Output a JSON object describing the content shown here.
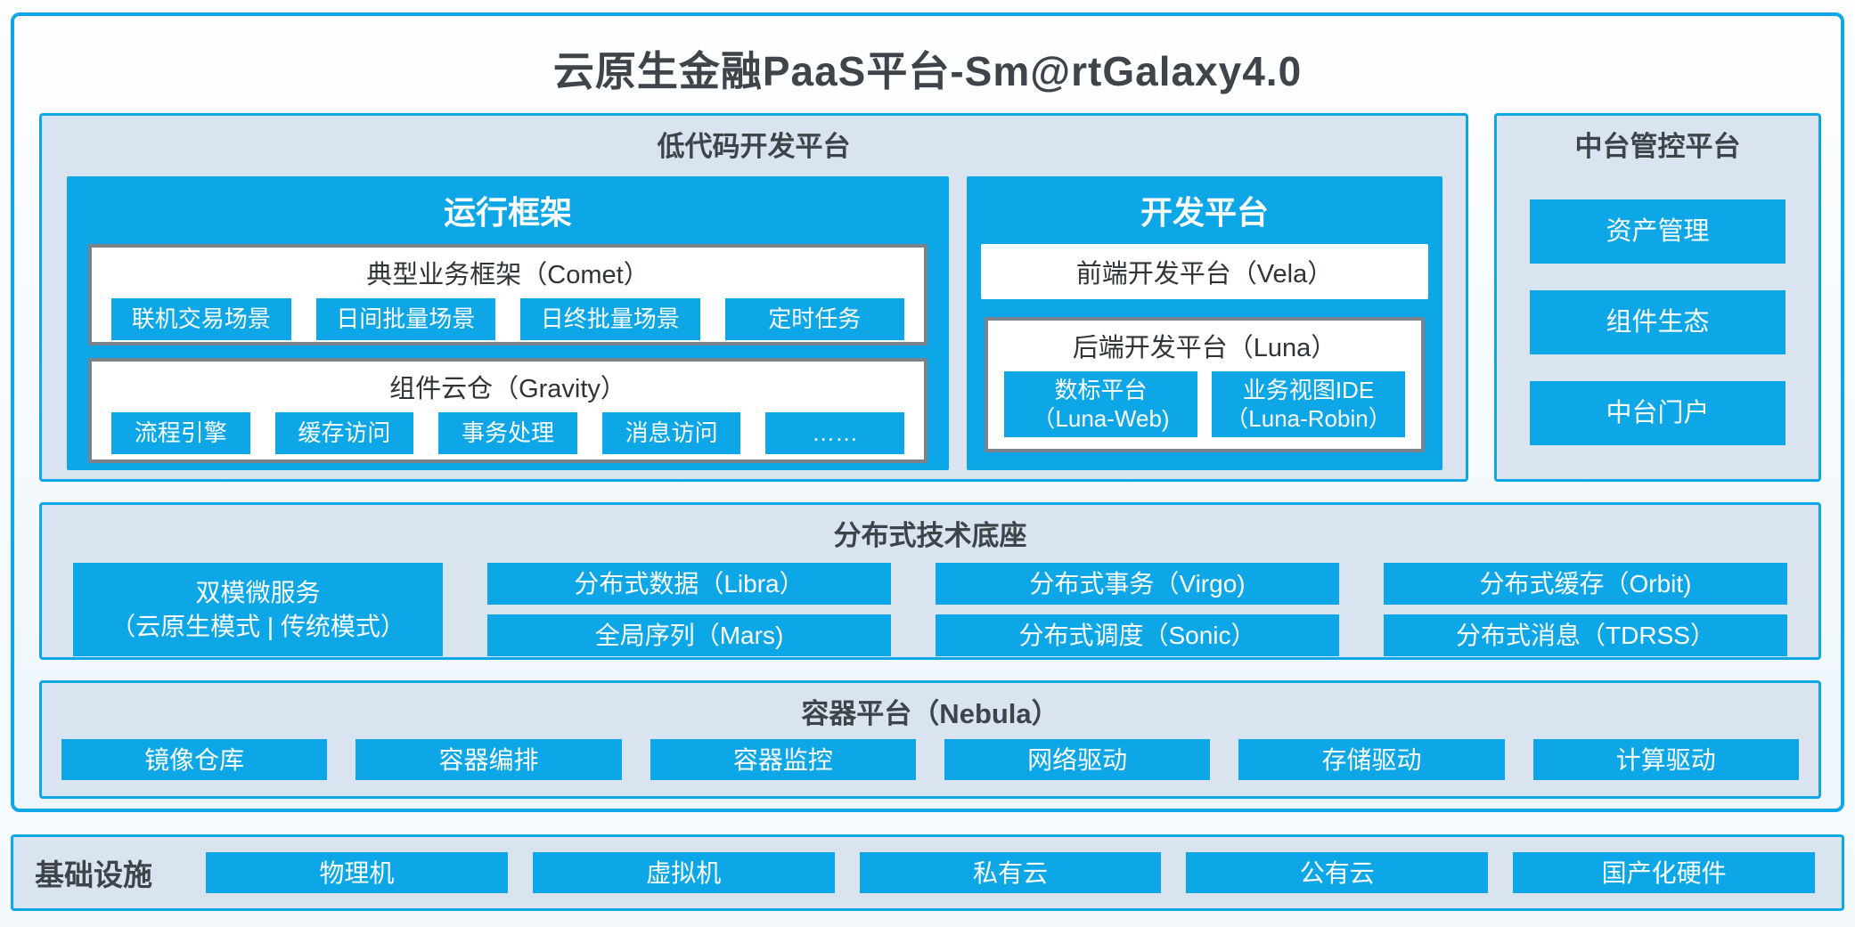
{
  "colors": {
    "accent": "#0da7e8",
    "panel_bg": "#d9e4f0",
    "gray_border": "#7c828a",
    "dark_text": "#3e4449"
  },
  "title": "云原生金融PaaS平台-Sm@rtGalaxy4.0",
  "lowcode": {
    "title": "低代码开发平台",
    "runtime": {
      "title": "运行框架",
      "comet": {
        "title": "典型业务框架（Comet）",
        "items": [
          "联机交易场景",
          "日间批量场景",
          "日终批量场景",
          "定时任务"
        ]
      },
      "gravity": {
        "title": "组件云仓（Gravity）",
        "items": [
          "流程引擎",
          "缓存访问",
          "事务处理",
          "消息访问",
          "……"
        ]
      }
    },
    "dev": {
      "title": "开发平台",
      "vela": "前端开发平台（Vela）",
      "luna": {
        "title": "后端开发平台（Luna）",
        "items": [
          {
            "line1": "数标平台",
            "line2": "（Luna-Web)"
          },
          {
            "line1": "业务视图IDE",
            "line2": "（Luna-Robin）"
          }
        ]
      }
    }
  },
  "midplatform": {
    "title": "中台管控平台",
    "items": [
      "资产管理",
      "组件生态",
      "中台门户"
    ]
  },
  "distributed": {
    "title": "分布式技术底座",
    "dual": {
      "line1": "双模微服务",
      "line2": "（云原生模式 | 传统模式）"
    },
    "row1": [
      "分布式数据（Libra）",
      "分布式事务（Virgo)",
      "分布式缓存（Orbit)"
    ],
    "row2": [
      "全局序列（Mars)",
      "分布式调度（Sonic）",
      "分布式消息（TDRSS）"
    ]
  },
  "container_platform": {
    "title": "容器平台（Nebula）",
    "items": [
      "镜像仓库",
      "容器编排",
      "容器监控",
      "网络驱动",
      "存储驱动",
      "计算驱动"
    ]
  },
  "infrastructure": {
    "title": "基础设施",
    "items": [
      "物理机",
      "虚拟机",
      "私有云",
      "公有云",
      "国产化硬件"
    ]
  }
}
